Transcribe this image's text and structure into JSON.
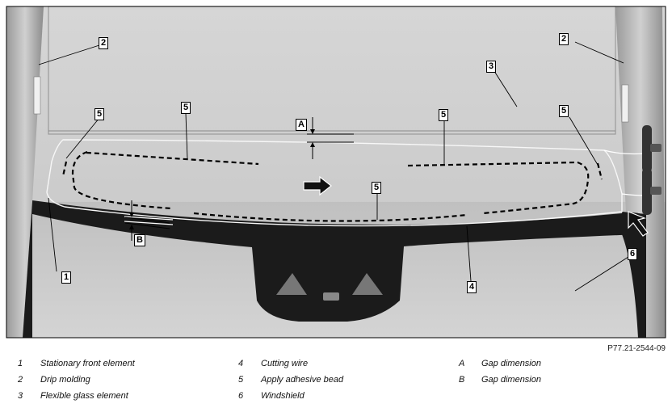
{
  "figure_id": "P77.21-2544-09",
  "callouts": {
    "c1": "1",
    "c2a": "2",
    "c2b": "2",
    "c3": "3",
    "c4": "4",
    "c5a": "5",
    "c5b": "5",
    "c5c": "5",
    "c5d": "5",
    "c5e": "5",
    "c6": "6",
    "cA": "A",
    "cB": "B"
  },
  "legend": {
    "col1": [
      {
        "key": "1",
        "label": "Stationary front element"
      },
      {
        "key": "2",
        "label": "Drip molding"
      },
      {
        "key": "3",
        "label": "Flexible glass element"
      }
    ],
    "col2": [
      {
        "key": "4",
        "label": "Cutting wire"
      },
      {
        "key": "5",
        "label": "Apply adhesive bead"
      },
      {
        "key": "6",
        "label": "Windshield"
      }
    ],
    "col3": [
      {
        "key": "A",
        "label": "Gap dimension"
      },
      {
        "key": "B",
        "label": "Gap dimension"
      }
    ]
  },
  "colors": {
    "glass": "#c9c9c9",
    "frame": "#1b1b1b",
    "pillar": "#a9a9a9"
  }
}
